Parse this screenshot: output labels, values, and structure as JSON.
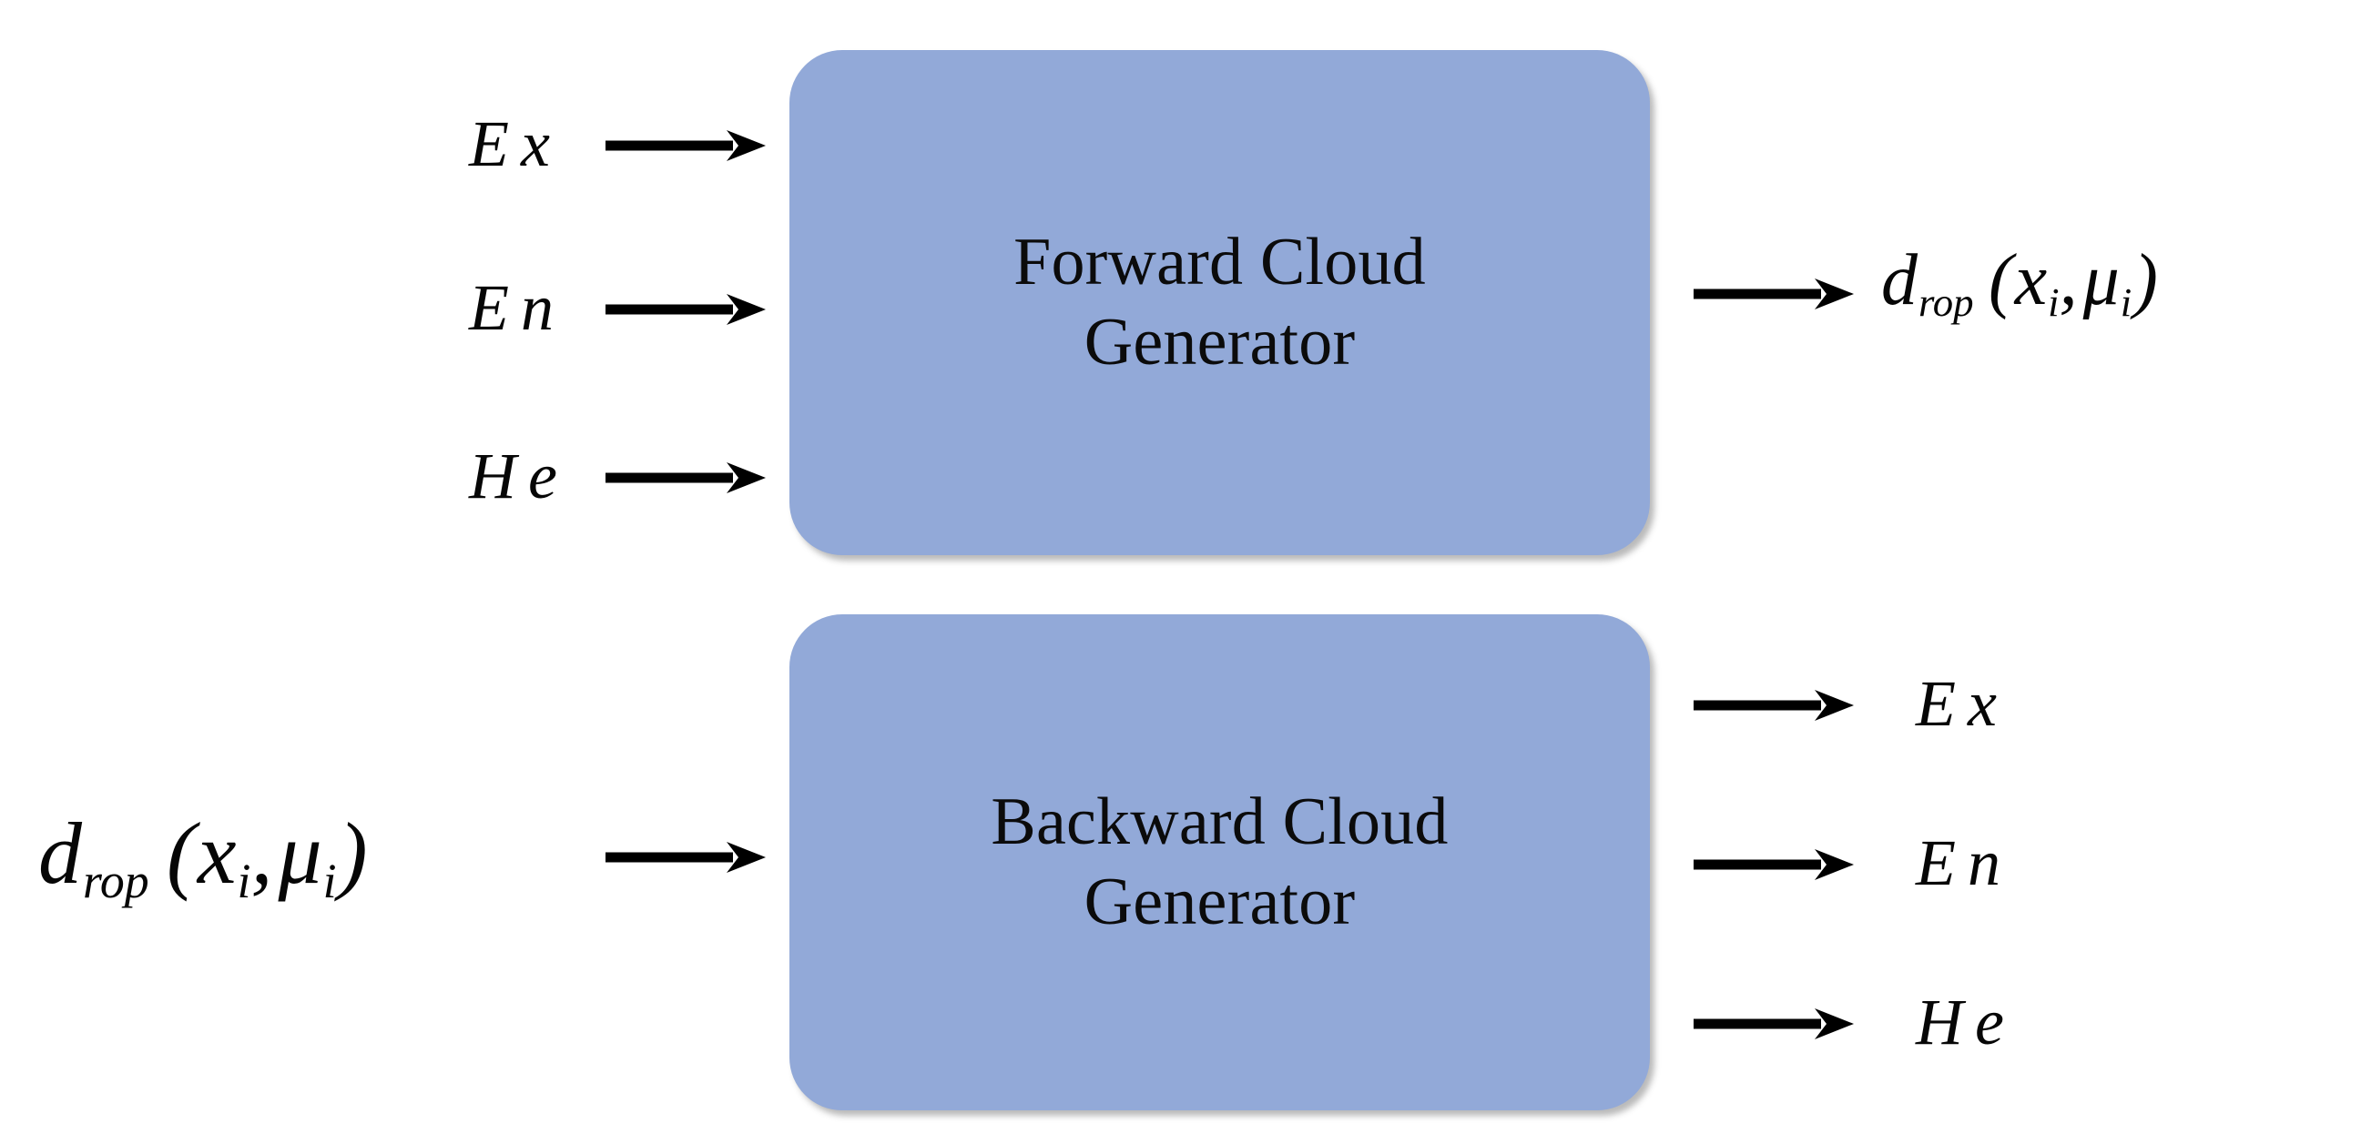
{
  "diagram": {
    "title_note": "Forward and Backward Cloud Generator block diagram",
    "background_color": "#ffffff",
    "box_fill_color": "#92A9D8",
    "stroke_color": "#000000"
  },
  "boxes": [
    {
      "id": "forward",
      "label": "Forward Cloud\nGenerator",
      "line1": "Forward Cloud",
      "line2": "Generator"
    },
    {
      "id": "backward",
      "label": "Backward Cloud\nGenerator",
      "line1": "Backward Cloud",
      "line2": "Generator"
    }
  ],
  "forward_inputs": [
    {
      "label": "Ex",
      "base": "E",
      "second": "x"
    },
    {
      "label": "En",
      "base": "E",
      "second": "n"
    },
    {
      "label": "He",
      "base": "H",
      "second": "e"
    }
  ],
  "forward_output": {
    "base": "d",
    "subscript": "rop",
    "open_paren": "(",
    "arg1_base": "x",
    "arg1_sub": "i",
    "comma": ",",
    "arg2_base": "μ",
    "arg2_sub": "i",
    "close_paren": ")",
    "plain": "drop(xi, μi)"
  },
  "backward_input": {
    "base": "d",
    "subscript": "rop",
    "open_paren": "(",
    "arg1_base": "x",
    "arg1_sub": "i",
    "comma": ",",
    "arg2_base": "μ",
    "arg2_sub": "i",
    "close_paren": ")",
    "plain": "drop(xi, μi)"
  },
  "backward_outputs": [
    {
      "label": "Ex",
      "base": "E",
      "second": "x"
    },
    {
      "label": "En",
      "base": "E",
      "second": "n"
    },
    {
      "label": "He",
      "base": "H",
      "second": "e"
    }
  ],
  "arrows": [
    {
      "id": "arrow-ex-in",
      "direction": "right"
    },
    {
      "id": "arrow-en-in",
      "direction": "right"
    },
    {
      "id": "arrow-he-in",
      "direction": "right"
    },
    {
      "id": "arrow-drop-out",
      "direction": "right"
    },
    {
      "id": "arrow-drop-in",
      "direction": "right"
    },
    {
      "id": "arrow-ex-out",
      "direction": "right"
    },
    {
      "id": "arrow-en-out",
      "direction": "right"
    },
    {
      "id": "arrow-he-out",
      "direction": "right"
    }
  ]
}
